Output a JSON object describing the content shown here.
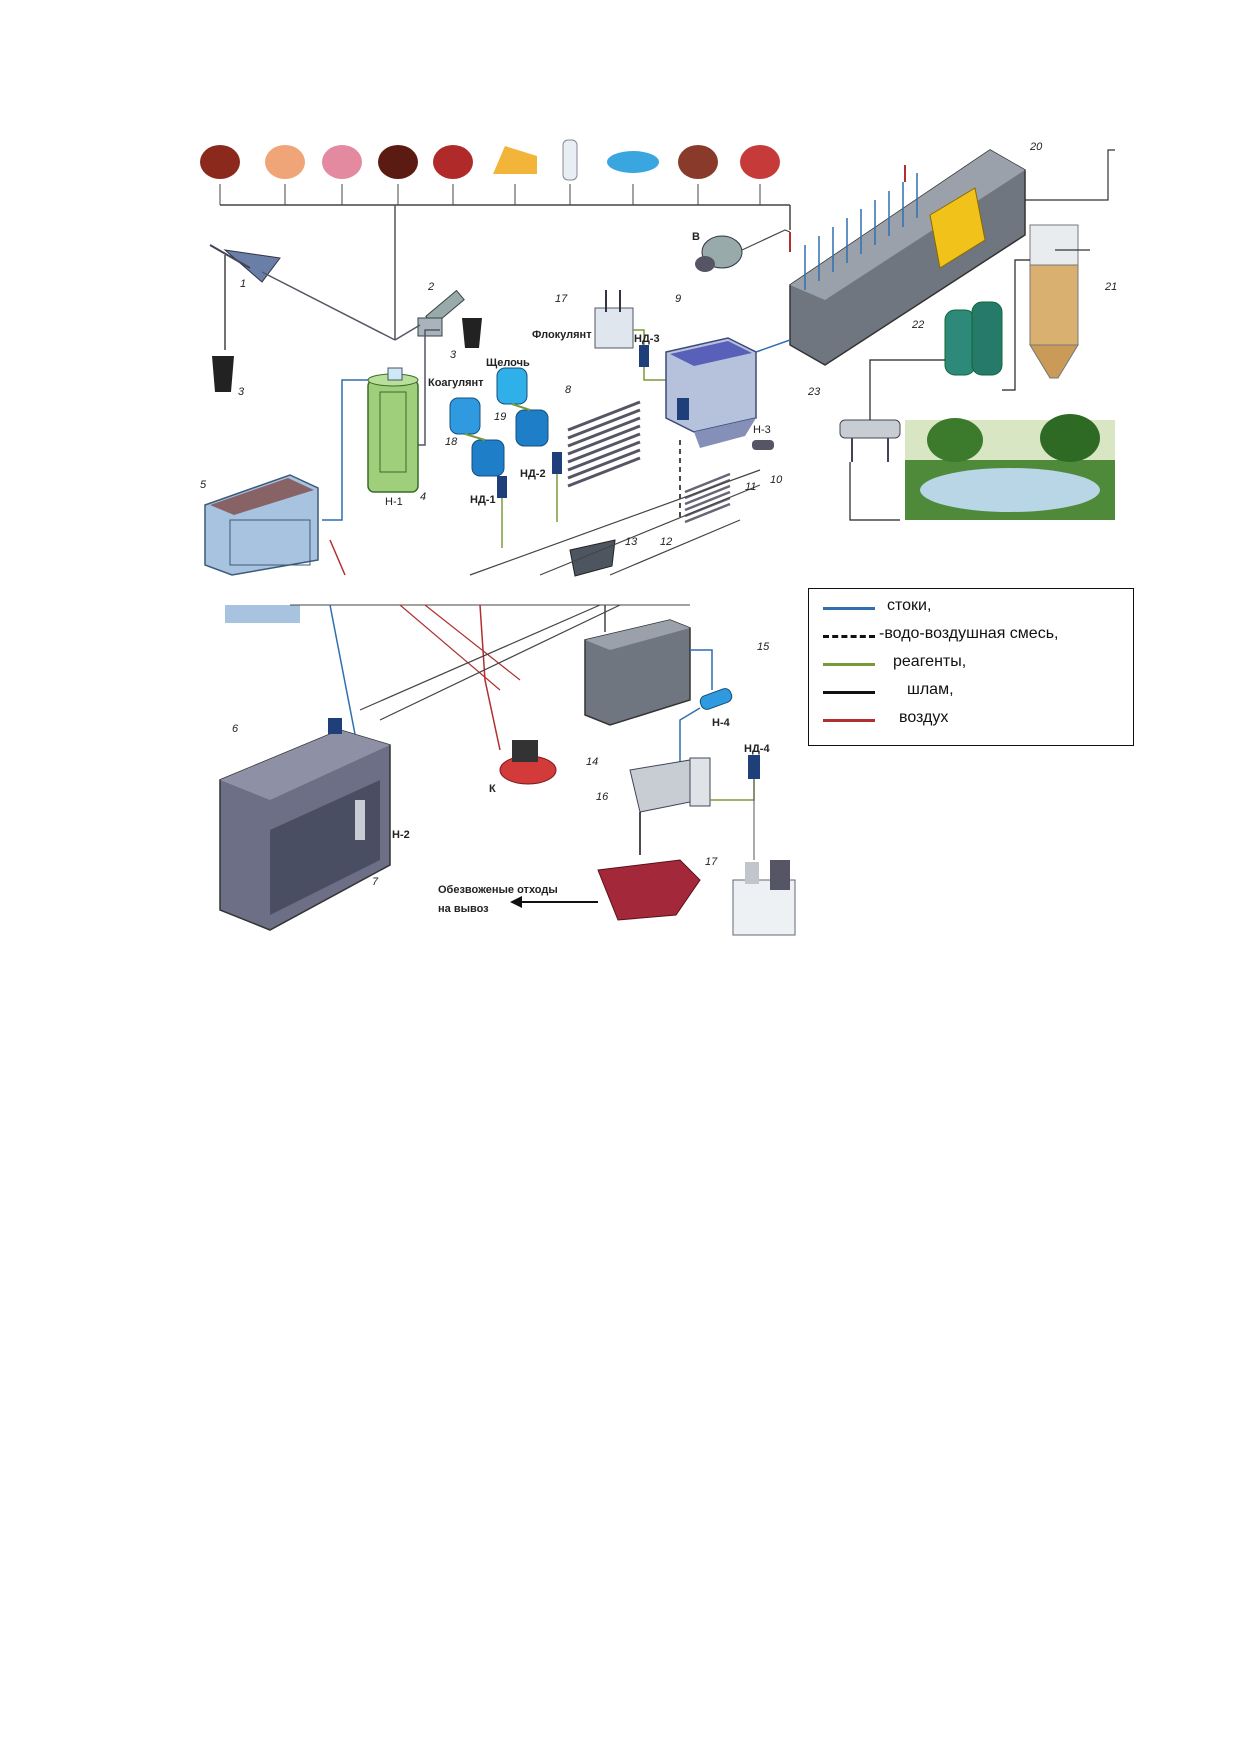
{
  "products": [
    {
      "name": "cow-icon",
      "color": "#8b2a1c"
    },
    {
      "name": "pig-icon",
      "color": "#f0a578"
    },
    {
      "name": "sausage-icon",
      "color": "#e48aa0"
    },
    {
      "name": "hen-icon",
      "color": "#5b1a12"
    },
    {
      "name": "fish-head-icon",
      "color": "#b02a2a"
    },
    {
      "name": "cheese-icon",
      "color": "#f2b53a"
    },
    {
      "name": "milk-bottle-icon",
      "color": "#e9eef4"
    },
    {
      "name": "fish-icon",
      "color": "#3aa6e0"
    },
    {
      "name": "cake-icon",
      "color": "#8a3a2a"
    },
    {
      "name": "meat-icon",
      "color": "#c73a3a"
    }
  ],
  "labels": {
    "n1": "1",
    "n2": "2",
    "n3a": "3",
    "n3b": "3",
    "n4": "4",
    "n5": "5",
    "n6": "6",
    "n7": "7",
    "n8": "8",
    "n9": "9",
    "n10": "10",
    "n11": "11",
    "n12": "12",
    "n13": "13",
    "n14": "14",
    "n15": "15",
    "n16": "16",
    "n17a": "17",
    "n17b": "17",
    "n18": "18",
    "n19": "19",
    "n20": "20",
    "n21": "21",
    "n22": "22",
    "n23": "23",
    "nB": "В",
    "h1": "Н-1",
    "h2": "Н-2",
    "h3": "Н-3",
    "h4": "Н-4",
    "nd1": "НД-1",
    "nd2": "НД-2",
    "nd3": "НД-3",
    "nd4": "НД-4",
    "k": "К",
    "flocculant": "Флокулянт",
    "alkali": "Щелочь",
    "coagulant": "Коагулянт",
    "waste_line1": "Обезвоженые отходы",
    "waste_line2": "на вывоз"
  },
  "legend": [
    {
      "label": "стоки,",
      "color": "#2f6fb0",
      "style": "solid"
    },
    {
      "label": "-водо-воздушная смесь,",
      "color": "#111111",
      "style": "dashed"
    },
    {
      "label": "реагенты,",
      "color": "#7a9a3a",
      "style": "solid"
    },
    {
      "label": "шлам,",
      "color": "#111111",
      "style": "solid"
    },
    {
      "label": "воздух",
      "color": "#b03030",
      "style": "solid"
    }
  ]
}
